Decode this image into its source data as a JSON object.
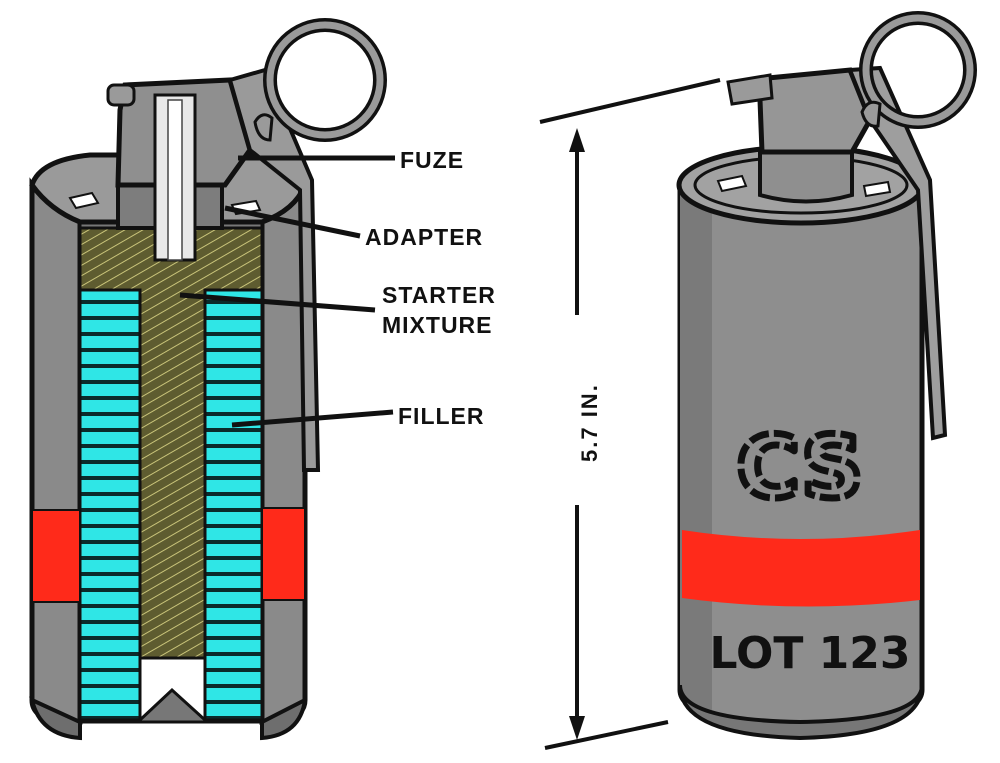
{
  "labels": {
    "fuze": "FUZE",
    "adapter": "ADAPTER",
    "starter_line1": "STARTER",
    "starter_line2": "MIXTURE",
    "filler": "FILLER"
  },
  "dimension": "5.7 IN.",
  "markings": {
    "agent": "CS",
    "lot": "LOT  123"
  },
  "colors": {
    "body": "#8c8c8c",
    "body_dark": "#6e6e6e",
    "filler": "#2fe6e6",
    "starter": "#6b6a3a",
    "band": "#ff2a1a",
    "outline": "#111111"
  }
}
